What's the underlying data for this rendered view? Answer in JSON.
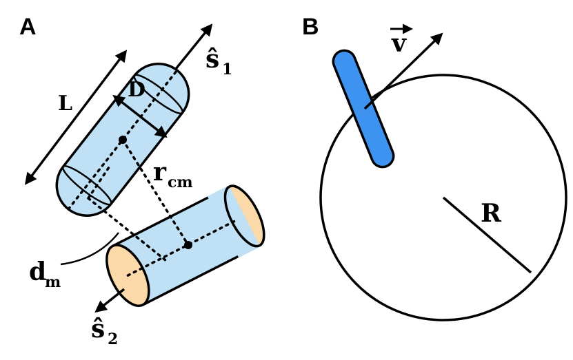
{
  "panels": {
    "a_label": "A",
    "b_label": "B"
  },
  "panel_a": {
    "length_label": "L",
    "diameter_label": "D",
    "axis1_label": "ŝ",
    "axis1_sub": "1",
    "axis2_label": "ŝ",
    "axis2_sub": "2",
    "separation_label": "r",
    "separation_sub": "cm",
    "distance_label": "d",
    "distance_sub": "m"
  },
  "panel_b": {
    "velocity_label": "v",
    "radius_label": "R"
  },
  "colors": {
    "rod_fill": "#bfe0f5",
    "cap_fill": "#fbd9a8",
    "rod_b_fill": "#3d93ef",
    "outline": "#000000"
  }
}
